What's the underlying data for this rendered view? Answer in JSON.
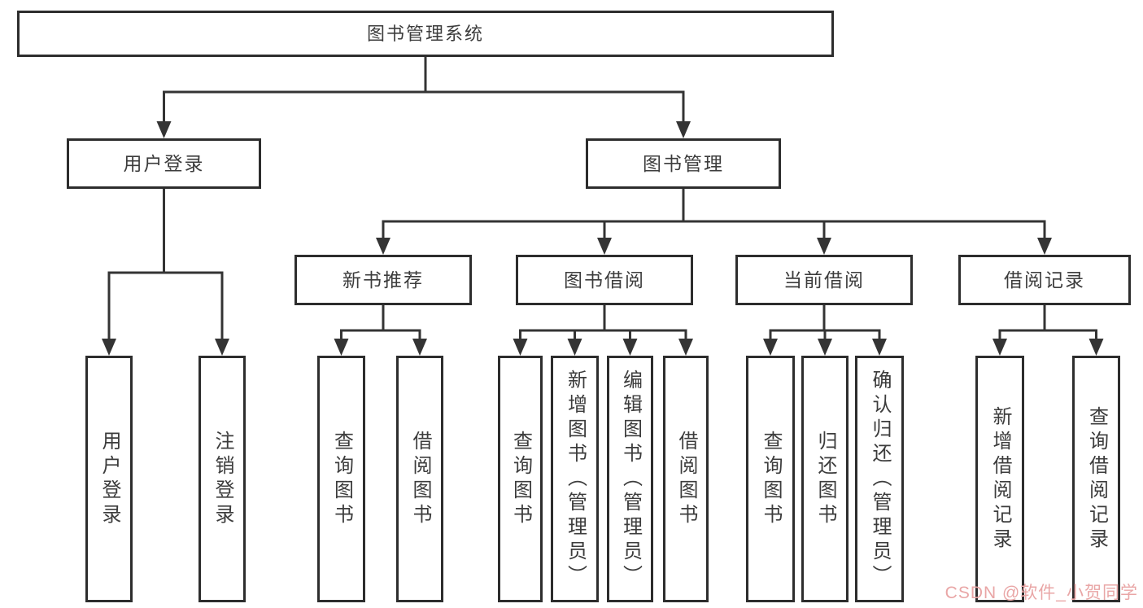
{
  "diagram_title": "图书管理系统",
  "nodes": {
    "root": {
      "label": "图书管理系统"
    },
    "userLogin": {
      "label": "用户登录"
    },
    "bookMgmt": {
      "label": "图书管理"
    },
    "newBooks": {
      "label": "新书推荐"
    },
    "bookBorrow": {
      "label": "图书借阅"
    },
    "currentBorrow": {
      "label": "当前借阅"
    },
    "borrowRecords": {
      "label": "借阅记录"
    },
    "leafUserLogin": {
      "label": "用户登录"
    },
    "leafLogout": {
      "label": "注销登录"
    },
    "leafQueryBooks1": {
      "label": "查询图书"
    },
    "leafBorrowBooks1": {
      "label": "借阅图书"
    },
    "leafQueryBooks2": {
      "label": "查询图书"
    },
    "leafAddBooks": {
      "label": "新增图书（管理员）"
    },
    "leafEditBooks": {
      "label": "编辑图书（管理员）"
    },
    "leafBorrowBooks2": {
      "label": "借阅图书"
    },
    "leafQueryBooks3": {
      "label": "查询图书"
    },
    "leafReturnBooks": {
      "label": "归还图书"
    },
    "leafConfirmReturn": {
      "label": "确认归还（管理员）"
    },
    "leafAddRecord": {
      "label": "新增借阅记录"
    },
    "leafQueryRecord": {
      "label": "查询借阅记录"
    }
  },
  "hierarchy": {
    "root": [
      "userLogin",
      "bookMgmt"
    ],
    "userLogin": [
      "leafUserLogin",
      "leafLogout"
    ],
    "bookMgmt": [
      "newBooks",
      "bookBorrow",
      "currentBorrow",
      "borrowRecords"
    ],
    "newBooks": [
      "leafQueryBooks1",
      "leafBorrowBooks1"
    ],
    "bookBorrow": [
      "leafQueryBooks2",
      "leafAddBooks",
      "leafEditBooks",
      "leafBorrowBooks2"
    ],
    "currentBorrow": [
      "leafQueryBooks3",
      "leafReturnBooks",
      "leafConfirmReturn"
    ],
    "borrowRecords": [
      "leafAddRecord",
      "leafQueryRecord"
    ]
  },
  "watermark": {
    "text": "CSDN @软件_小贺同学",
    "color": "#e9a6a6"
  },
  "colors": {
    "line": "#343434",
    "border": "#2d2d2d",
    "text": "#3c3c3c",
    "background": "#ffffff"
  }
}
